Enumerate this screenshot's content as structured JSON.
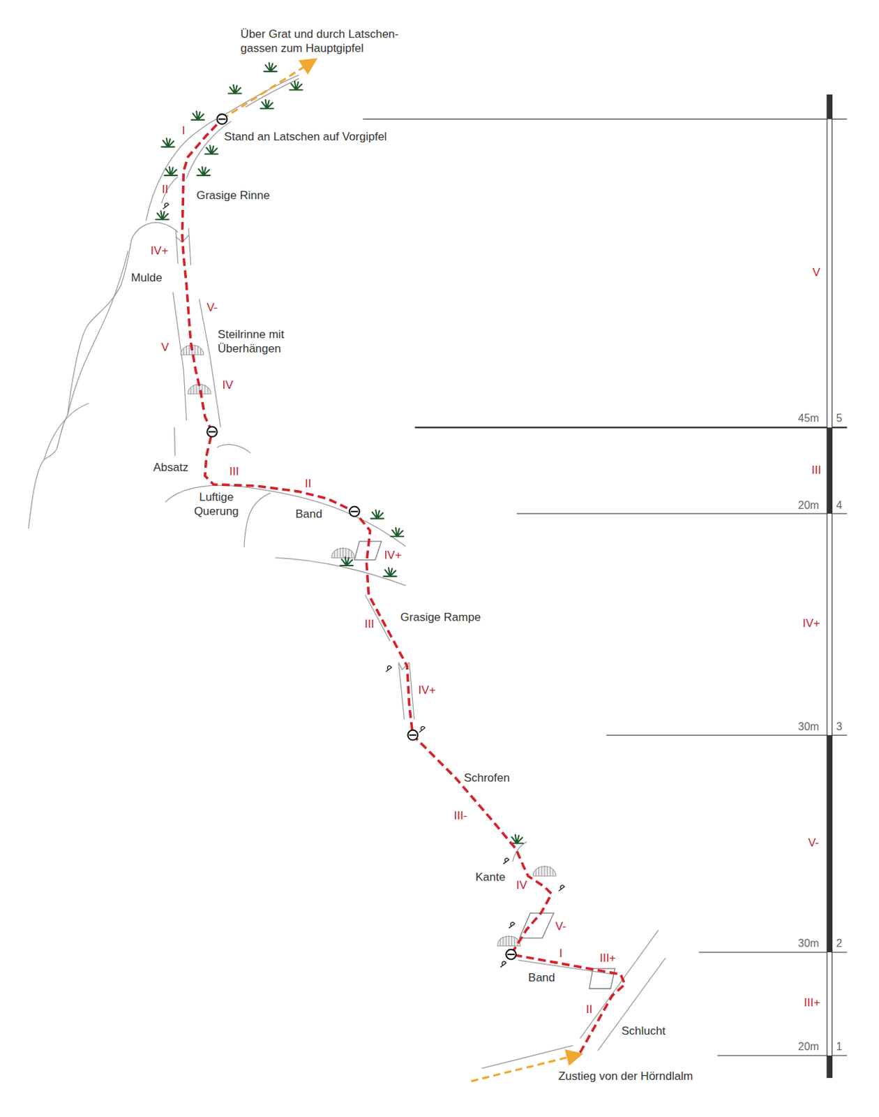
{
  "diagram": {
    "labels": [
      "Über Grat und durch Latschen- gassen zum Hauptgipfel",
      "I",
      "Stand an Latschen auf Vorgipfel",
      "II",
      "Grasige Rinne",
      "IV+",
      "Mulde",
      "V-",
      "Steilrinne mit Überhängen",
      "V",
      "IV",
      "V",
      "45m",
      "5",
      "Absatz",
      "III",
      "III",
      "II",
      "Luftige Querung",
      "Band",
      "20m",
      "4",
      "IV+",
      "Grasige Rampe",
      "III",
      "IV+",
      "IV+",
      "30m",
      "3",
      "Schrofen",
      "III-",
      "V-",
      "Kante",
      "IV",
      "V-",
      "30m",
      "2",
      "I",
      "III+",
      "Band",
      "III+",
      "II",
      "Schlucht",
      "20m",
      "1",
      "Zustieg von der Hörndlalm"
    ]
  }
}
